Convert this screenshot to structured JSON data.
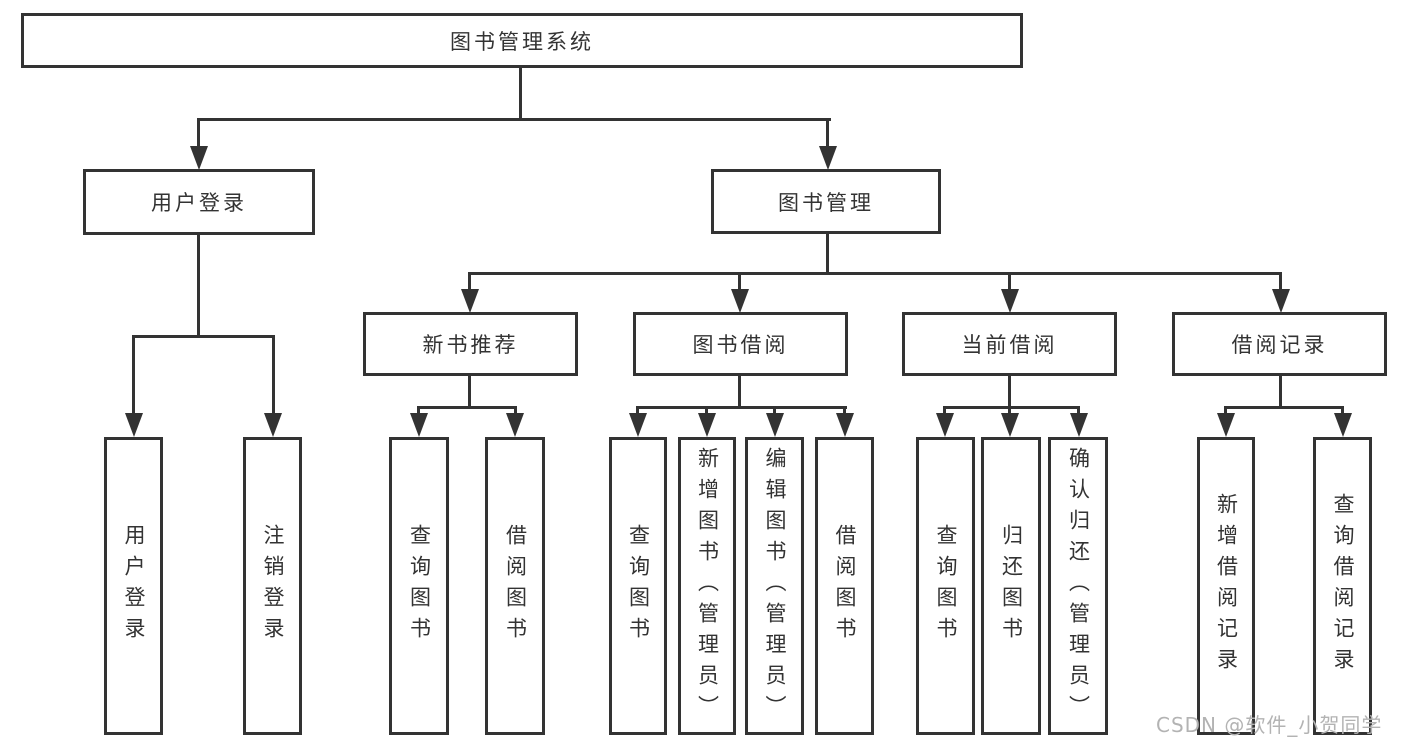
{
  "diagram": {
    "type": "hierarchy-tree",
    "nodes": {
      "root": {
        "label": "图书管理系统"
      },
      "user_login": {
        "label": "用户登录"
      },
      "book_management": {
        "label": "图书管理"
      },
      "new_book_recommend": {
        "label": "新书推荐"
      },
      "book_borrow": {
        "label": "图书借阅"
      },
      "current_borrow": {
        "label": "当前借阅"
      },
      "borrow_records": {
        "label": "借阅记录"
      },
      "leaf_user_login": {
        "label": "用户登录"
      },
      "leaf_logout": {
        "label": "注销登录"
      },
      "leaf_query_book_1": {
        "label": "查询图书"
      },
      "leaf_borrow_book_1": {
        "label": "借阅图书"
      },
      "leaf_query_book_2": {
        "label": "查询图书"
      },
      "leaf_add_book_admin": {
        "label": "新增图书（管理员）"
      },
      "leaf_edit_book_admin": {
        "label": "编辑图书（管理员）"
      },
      "leaf_borrow_book_2": {
        "label": "借阅图书"
      },
      "leaf_query_book_3": {
        "label": "查询图书"
      },
      "leaf_return_book": {
        "label": "归还图书"
      },
      "leaf_confirm_return_admin": {
        "label": "确认归还（管理员）"
      },
      "leaf_add_borrow_record": {
        "label": "新增借阅记录"
      },
      "leaf_query_borrow_record": {
        "label": "查询借阅记录"
      }
    },
    "edges": [
      {
        "from": "root",
        "to": [
          "user_login",
          "book_management"
        ]
      },
      {
        "from": "user_login",
        "to": [
          "leaf_user_login",
          "leaf_logout"
        ]
      },
      {
        "from": "book_management",
        "to": [
          "new_book_recommend",
          "book_borrow",
          "current_borrow",
          "borrow_records"
        ]
      },
      {
        "from": "new_book_recommend",
        "to": [
          "leaf_query_book_1",
          "leaf_borrow_book_1"
        ]
      },
      {
        "from": "book_borrow",
        "to": [
          "leaf_query_book_2",
          "leaf_add_book_admin",
          "leaf_edit_book_admin",
          "leaf_borrow_book_2"
        ]
      },
      {
        "from": "current_borrow",
        "to": [
          "leaf_query_book_3",
          "leaf_return_book",
          "leaf_confirm_return_admin"
        ]
      },
      {
        "from": "borrow_records",
        "to": [
          "leaf_add_borrow_record",
          "leaf_query_borrow_record"
        ]
      }
    ],
    "colors": {
      "line": "#333333",
      "text": "#333333",
      "box_fill": "#ffffff",
      "background": "#ffffff",
      "watermark": "#b3b3b3"
    }
  },
  "watermark": {
    "text": "CSDN @软件_小贺同学"
  }
}
